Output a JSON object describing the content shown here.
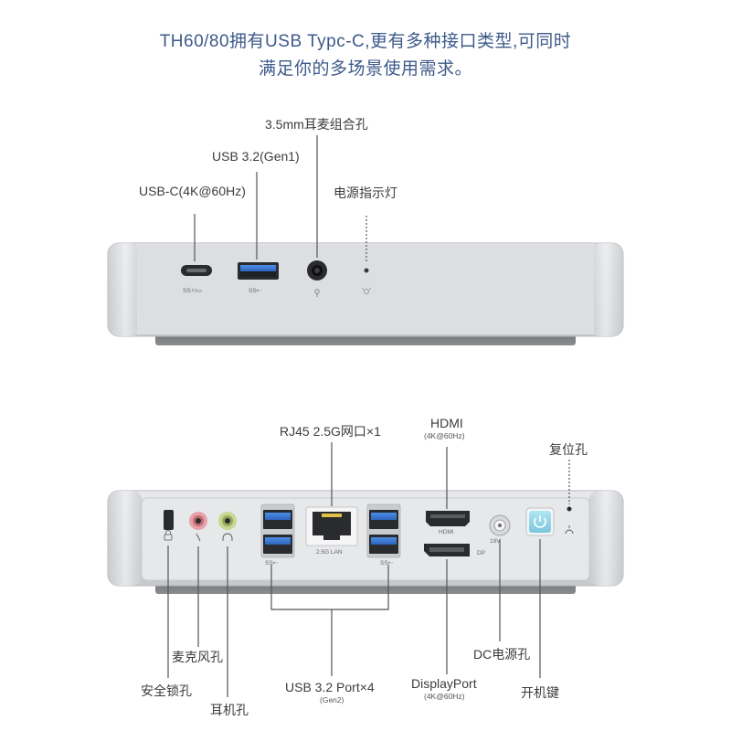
{
  "header": {
    "line1": "TH60/80拥有USB Typc-C,更有多种接口类型,可同时",
    "line2": "满足你的多场景使用需求。"
  },
  "front": {
    "labels": {
      "audio_jack": "3.5mm耳麦组合孔",
      "usb32": "USB 3.2(Gen1)",
      "usbc": "USB-C(4K@60Hz)",
      "power_led": "电源指示灯"
    },
    "port_marks": {
      "usbc": "SS⚡/▭",
      "usba": "SS⇠"
    }
  },
  "back": {
    "labels": {
      "rj45": "RJ45 2.5G网口×1",
      "hdmi": "HDMI",
      "hdmi_sub": "(4K@60Hz)",
      "reset": "复位孔",
      "mic": "麦克风孔",
      "lock": "安全锁孔",
      "headphone": "耳机孔",
      "usb_ports": "USB 3.2 Port×4",
      "usb_ports_sub": "(Gen2)",
      "displayport": "DisplayPort",
      "dp_sub": "(4K@60Hz)",
      "dc": "DC电源孔",
      "power_btn": "开机键"
    },
    "port_marks": {
      "lan": "2.5G LAN",
      "hdmi": "HDMI",
      "dp": "DP",
      "dc": "19V",
      "usb_left": "SS⇠",
      "usb_right": "SS⇠"
    }
  },
  "colors": {
    "title": "#3d5a8a",
    "usb_blue": "#3a78d6",
    "power_button": "#8fd3e6",
    "case": "#d4d6da"
  }
}
